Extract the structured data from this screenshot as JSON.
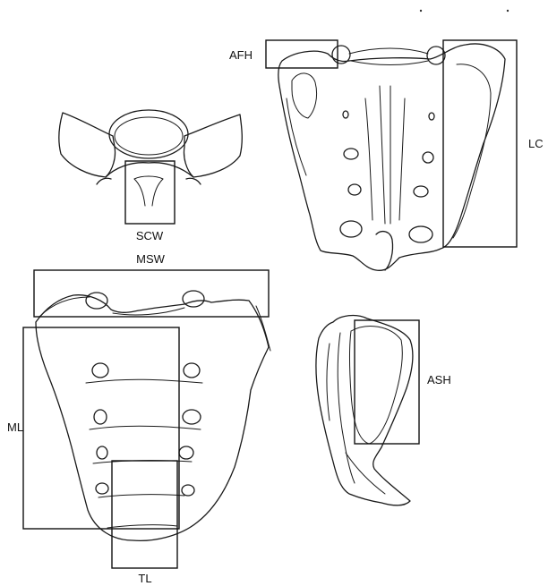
{
  "labels": {
    "scw": "SCW",
    "msw": "MSW",
    "afh": "AFH",
    "lc": "LC",
    "ml": "ML",
    "tl": "TL",
    "ash": "ASH"
  }
}
